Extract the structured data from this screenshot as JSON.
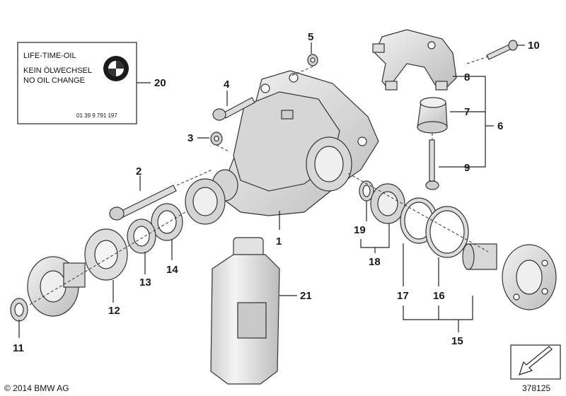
{
  "label_card": {
    "line1": "LIFE-TIME-OIL",
    "line2": "KEIN ÖLWECHSEL",
    "line3": "NO OIL CHANGE",
    "part_number": "01 39 9 791 197"
  },
  "callouts": [
    "1",
    "2",
    "3",
    "4",
    "5",
    "6",
    "7",
    "8",
    "9",
    "10",
    "11",
    "12",
    "13",
    "14",
    "15",
    "16",
    "17",
    "18",
    "19",
    "20",
    "21"
  ],
  "footer": {
    "copyright": "© 2014 BMW AG",
    "diagram_number": "378125"
  },
  "colors": {
    "part_fill": "#e6e6e6",
    "part_shade": "#c8c8c8",
    "line": "#222222"
  }
}
